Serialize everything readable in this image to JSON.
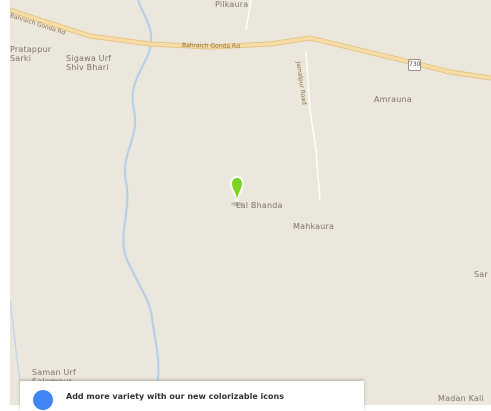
{
  "labels": {
    "top_village": "Pilkaura",
    "left_village": "Pratappur\nSarki",
    "sigawa": "Sigawa Urf\nShiv Bhari",
    "east_village": "Amrauna",
    "pin_place": "Lal Bhanda",
    "south_village": "Mahkaura",
    "right_edge": "Sar",
    "bottom_left_village": "Saman Urf\nSalempur",
    "bottom_right_village": "Madan Kali"
  },
  "roads": {
    "main_road_left": "Bahraich Gonda Rd",
    "main_road_center": "Bahraich Gonda Rd",
    "side_road": "Jamalpur Road",
    "route_shield": "730"
  },
  "banner": {
    "text": "Add more variety with our new colorizable icons"
  },
  "colors": {
    "land": "#ebe7dc",
    "highway": "#f3d69a",
    "river": "#a8c8e8",
    "marker": "#7cd320"
  }
}
